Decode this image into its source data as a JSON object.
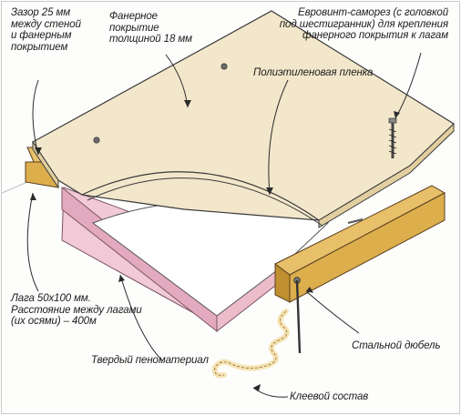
{
  "labels": {
    "gap": [
      "Зазор 25 мм",
      "между стеной",
      "и фанерным",
      "покрытием"
    ],
    "plywood": [
      "Фанерное",
      "покрытие",
      "толщиной 18 мм"
    ],
    "screw": [
      "Евровинт-саморез (с головкой",
      "под шестигранник) для крепления",
      "фанерного покрытия к лагам"
    ],
    "film": [
      "Полиэтиленовая пленка"
    ],
    "joist": [
      "Лага 50x100 мм.",
      "Расстояние между лагами",
      "(их осями) – 400м"
    ],
    "foam": [
      "Твердый пеноматериал"
    ],
    "dowel": [
      "Стальной дюбель"
    ],
    "glue": [
      "Клеевой состав"
    ]
  },
  "colors": {
    "plywood": "#f3e7cb",
    "plywood_edge": "#e2cf9f",
    "joist": "#dcae4c",
    "joist_dark": "#c08f2f",
    "film": "#ffffff",
    "foam": "#f2c9d6",
    "foam_side": "#e3a9bf",
    "glue": "#f6e3b3",
    "ink": "#2a2a2a"
  }
}
